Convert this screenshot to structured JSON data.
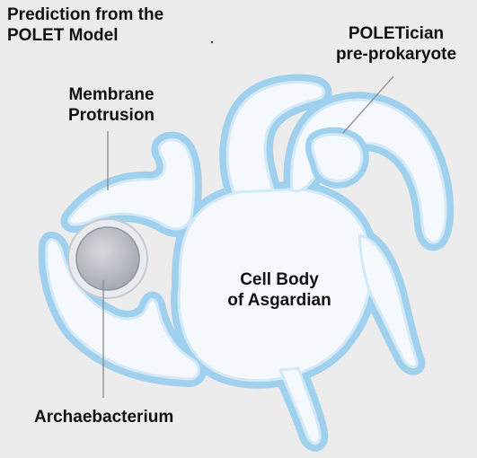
{
  "title": {
    "line1": "Prediction from the",
    "line2": "POLET Model"
  },
  "labels": {
    "membrane_protrusion": {
      "line1": "Membrane",
      "line2": "Protrusion"
    },
    "poletician": {
      "line1": "POLETician",
      "line2": "pre-prokaryote"
    },
    "cell_body": {
      "line1": "Cell Body",
      "line2": "of Asgardian"
    },
    "archaebacterium": "Archaebacterium"
  },
  "colors": {
    "cell_fill": "#f5f9fd",
    "membrane_outline": "#9fd0ee",
    "membrane_inner": "#d3e9f7",
    "archaebacterium_core": "#b0b5bd",
    "leader_line": "#8a8a8a"
  }
}
